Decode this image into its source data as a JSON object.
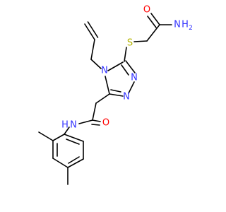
{
  "molecule": {
    "atom_labels": {
      "carbonyl_o_top": "O",
      "amide_n_top_n": "N",
      "amide_n_top_h": "H",
      "amide_n_top_sub": "2",
      "sulfur": "S",
      "ring_n_top": "N",
      "ring_n_right_1": "N",
      "ring_n_right_2": "N",
      "amide_n_bottom_n": "N",
      "amide_n_bottom_h": "H",
      "carbonyl_o_bottom": "O"
    },
    "colors": {
      "bond": "#000000",
      "carbon": "#000000",
      "nitrogen": "#3333ff",
      "oxygen": "#ff0000",
      "sulfur": "#b3b300",
      "background": "#ffffff"
    }
  }
}
